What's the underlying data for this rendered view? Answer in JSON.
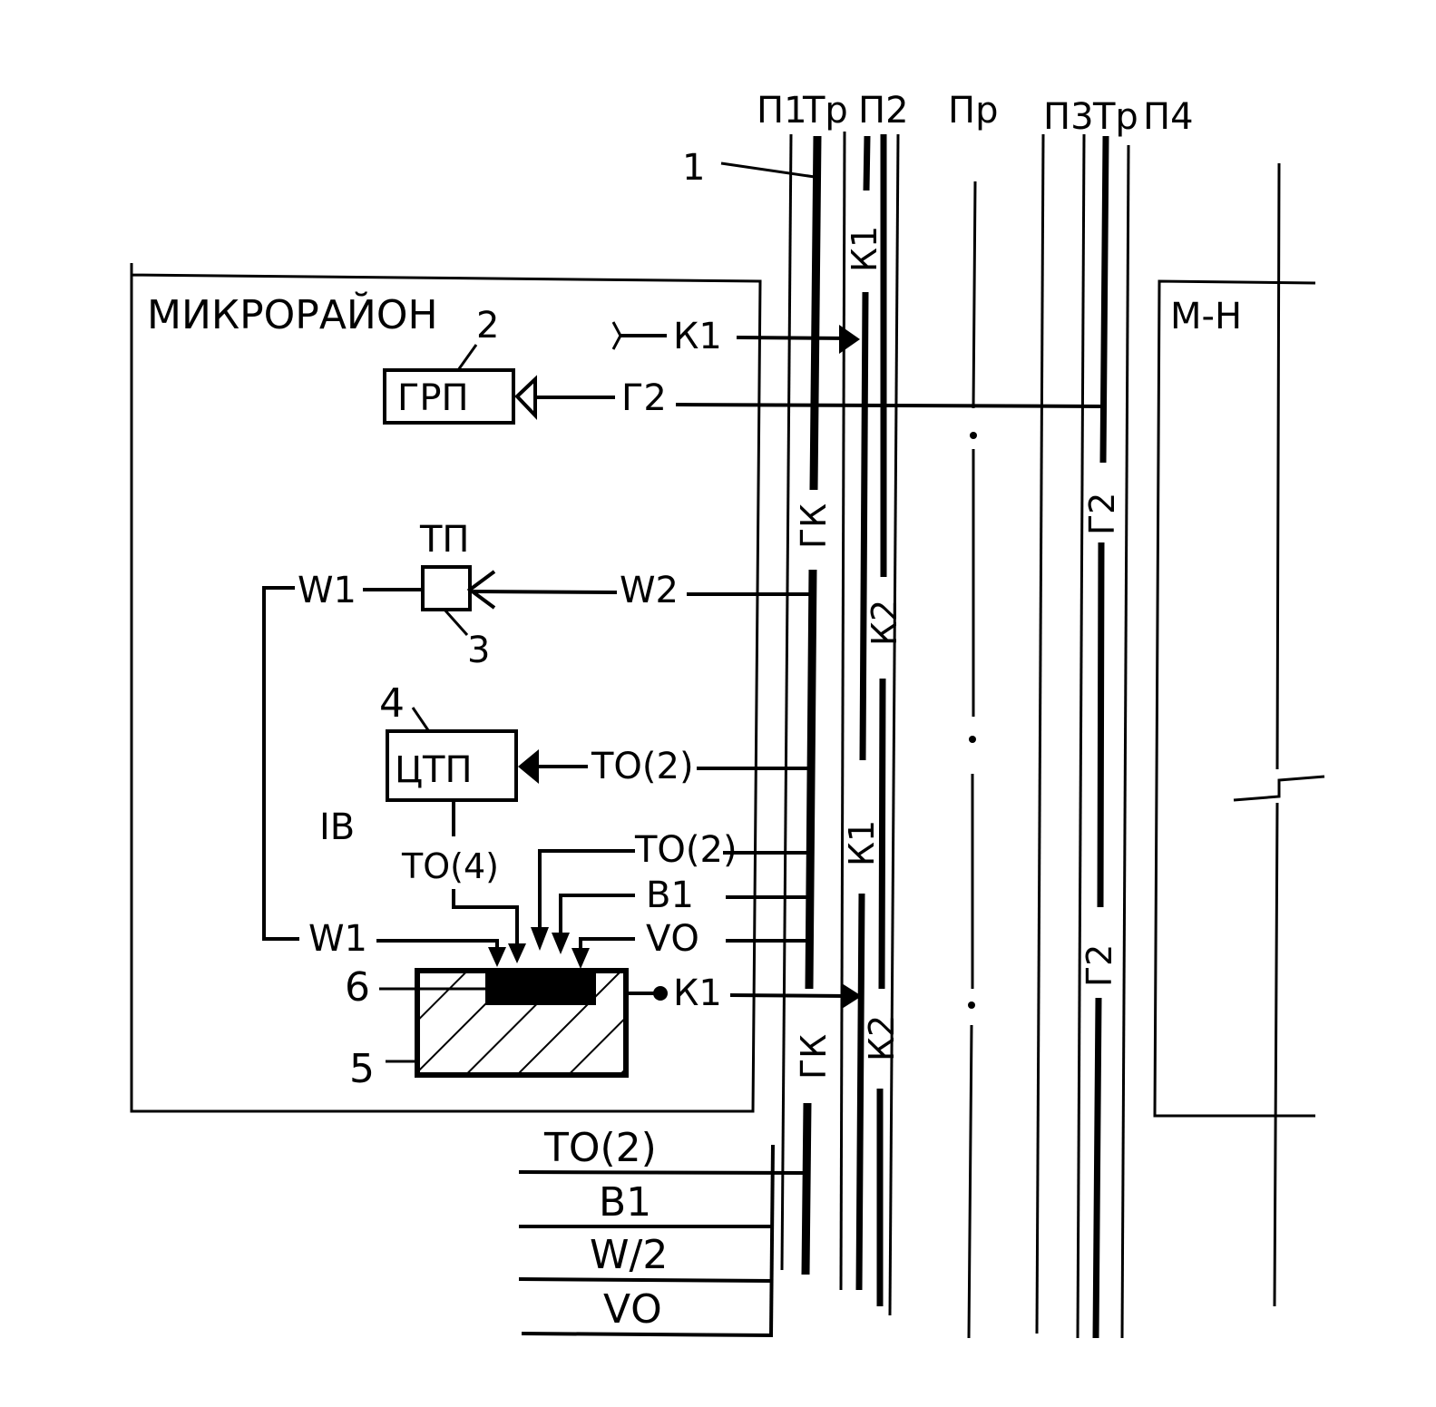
{
  "street_labels": {
    "p1": "П1",
    "tr1": "Тр",
    "p2": "П2",
    "pr": "Пр",
    "p3": "П3",
    "tr2": "Тр",
    "p4": "П4"
  },
  "block_labels": {
    "microdistrict": "МИКРОРАЙОН",
    "neighbor": "М-Н"
  },
  "items": {
    "grp": "ГРП",
    "tp": "ТП",
    "ctp": "ЦТП",
    "iv": "IВ"
  },
  "numbers": {
    "n1": "1",
    "n2": "2",
    "n3": "3",
    "n4": "4",
    "n5": "5",
    "n6": "6"
  },
  "pipes": {
    "k1_top": "К1",
    "g2_main": "Г2",
    "w1_left": "W1",
    "w2": "W2",
    "to2_ctp": "ТО(2)",
    "to4": "ТО(4)",
    "to2_b": "ТО(2)",
    "b1": "В1",
    "w1_low": "W1",
    "vo": "VО",
    "k1_out": "К1"
  },
  "vertical_labels": {
    "k1_a": "К1",
    "gk_a": "ГК",
    "g2_a": "Г2",
    "k2_a": "К2",
    "k1_b": "К1",
    "g2_b": "Г2",
    "gk_b": "ГК",
    "k2_b": "К2"
  },
  "legend": {
    "to2": "ТО(2)",
    "b1": "В1",
    "w2": "W/2",
    "vo": "VО"
  }
}
